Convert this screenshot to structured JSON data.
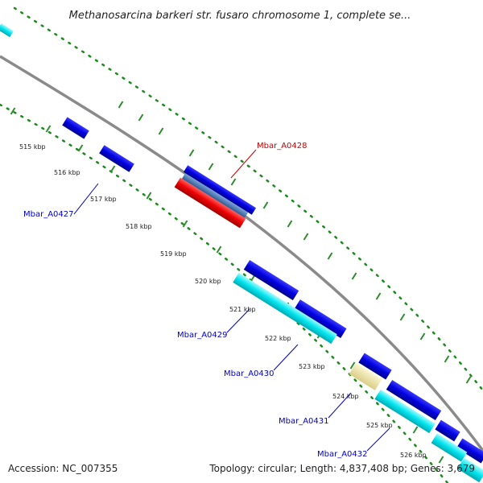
{
  "title": "Methanosarcina barkeri str. fusaro chromosome 1, complete se...",
  "footer": {
    "accession": "Accession: NC_007355",
    "summary": "Topology: circular; Length: 4,837,408 bp; Genes: 3,679"
  },
  "ticks": [
    "515 kbp",
    "516 kbp",
    "517 kbp",
    "518 kbp",
    "519 kbp",
    "520 kbp",
    "521 kbp",
    "522 kbp",
    "523 kbp",
    "524 kbp",
    "525 kbp",
    "526 kbp"
  ],
  "genes": {
    "mbar_a0427": "Mbar_A0427",
    "mbar_a0428": "Mbar_A0428",
    "mbar_a0429": "Mbar_A0429",
    "mbar_a0430": "Mbar_A0430",
    "mbar_a0431": "Mbar_A0431",
    "mbar_a0432": "Mbar_A0432"
  },
  "colors": {
    "backbone": "#8a8a8a",
    "dots": "#1a8a1a",
    "ticks": "#2e8b2e",
    "gene_forward": "#0000e0",
    "gene_reverse": "#00e5ee",
    "gene_highlight": "#ee0000",
    "gene_feature": "#4a78b4",
    "gene_pale": "#efe6a6",
    "label_blue": "#0000cc",
    "label_red": "#cc0000"
  }
}
